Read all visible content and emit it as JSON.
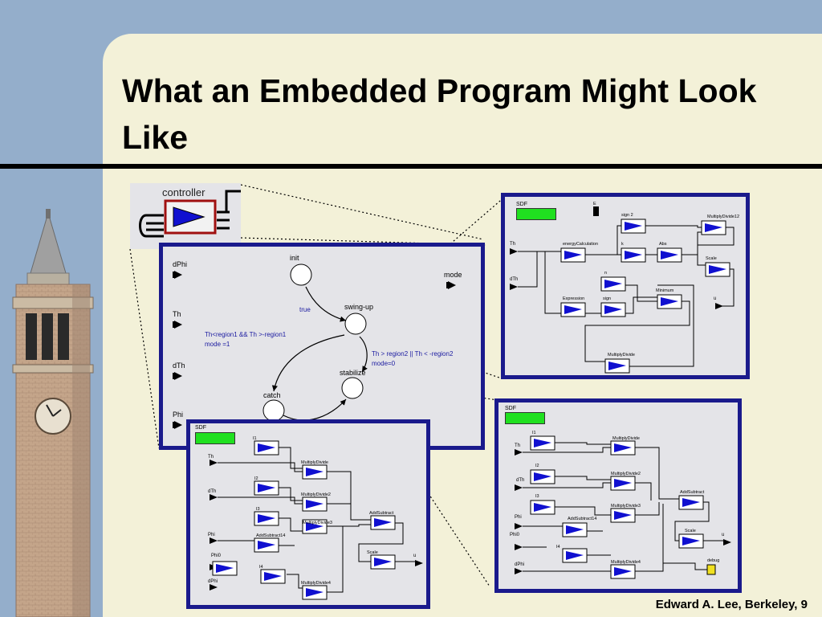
{
  "slide": {
    "title": "What an Embedded Program Might Look Like",
    "footer": "Edward A. Lee, Berkeley, 9"
  },
  "controller": {
    "label": "controller"
  },
  "fsm": {
    "inputs": [
      "dPhi",
      "Th",
      "dTh",
      "Phi"
    ],
    "output": "mode",
    "states": [
      "init",
      "swing-up",
      "stabilize",
      "catch"
    ],
    "guard_true": "true",
    "guard1_line1": "Th<region1 && Th >-region1",
    "guard1_line2": "mode =1",
    "guard2_line1": "Th > region2 || Th < -region2",
    "guard2_line2": "mode=0"
  },
  "panel_a": {
    "director": "SDF",
    "ports": [
      "Th",
      "dTh",
      "Phi",
      "Phi0",
      "dPhi"
    ],
    "actors": [
      "I1",
      "I2",
      "I3",
      "I4",
      "MultiplyDivide",
      "MultiplyDivide2",
      "MultiplyDivide3",
      "MultiplyDivide4",
      "AddSubtract14",
      "AddSubtract",
      "Scale"
    ],
    "output": "u"
  },
  "panel_b": {
    "director": "SDF",
    "ports": [
      "Th",
      "dTh"
    ],
    "actors": [
      "E",
      "sign 2",
      "MultiplyDivide12",
      "energyCalculation",
      "k",
      "Abs",
      "Scale",
      "n",
      "Minimum",
      "Expression",
      "sign",
      "MultiplyDivide"
    ],
    "output": "u"
  },
  "panel_c": {
    "director": "SDF",
    "ports": [
      "Th",
      "dTh",
      "Phi",
      "Phi0",
      "dPhi"
    ],
    "actors": [
      "I1",
      "I2",
      "I3",
      "I4",
      "MultiplyDivide",
      "MultiplyDivide2",
      "MultiplyDivide3",
      "MultiplyDivide4",
      "AddSubtract14",
      "AddSubtract",
      "Scale",
      "debug"
    ],
    "output": "u"
  }
}
